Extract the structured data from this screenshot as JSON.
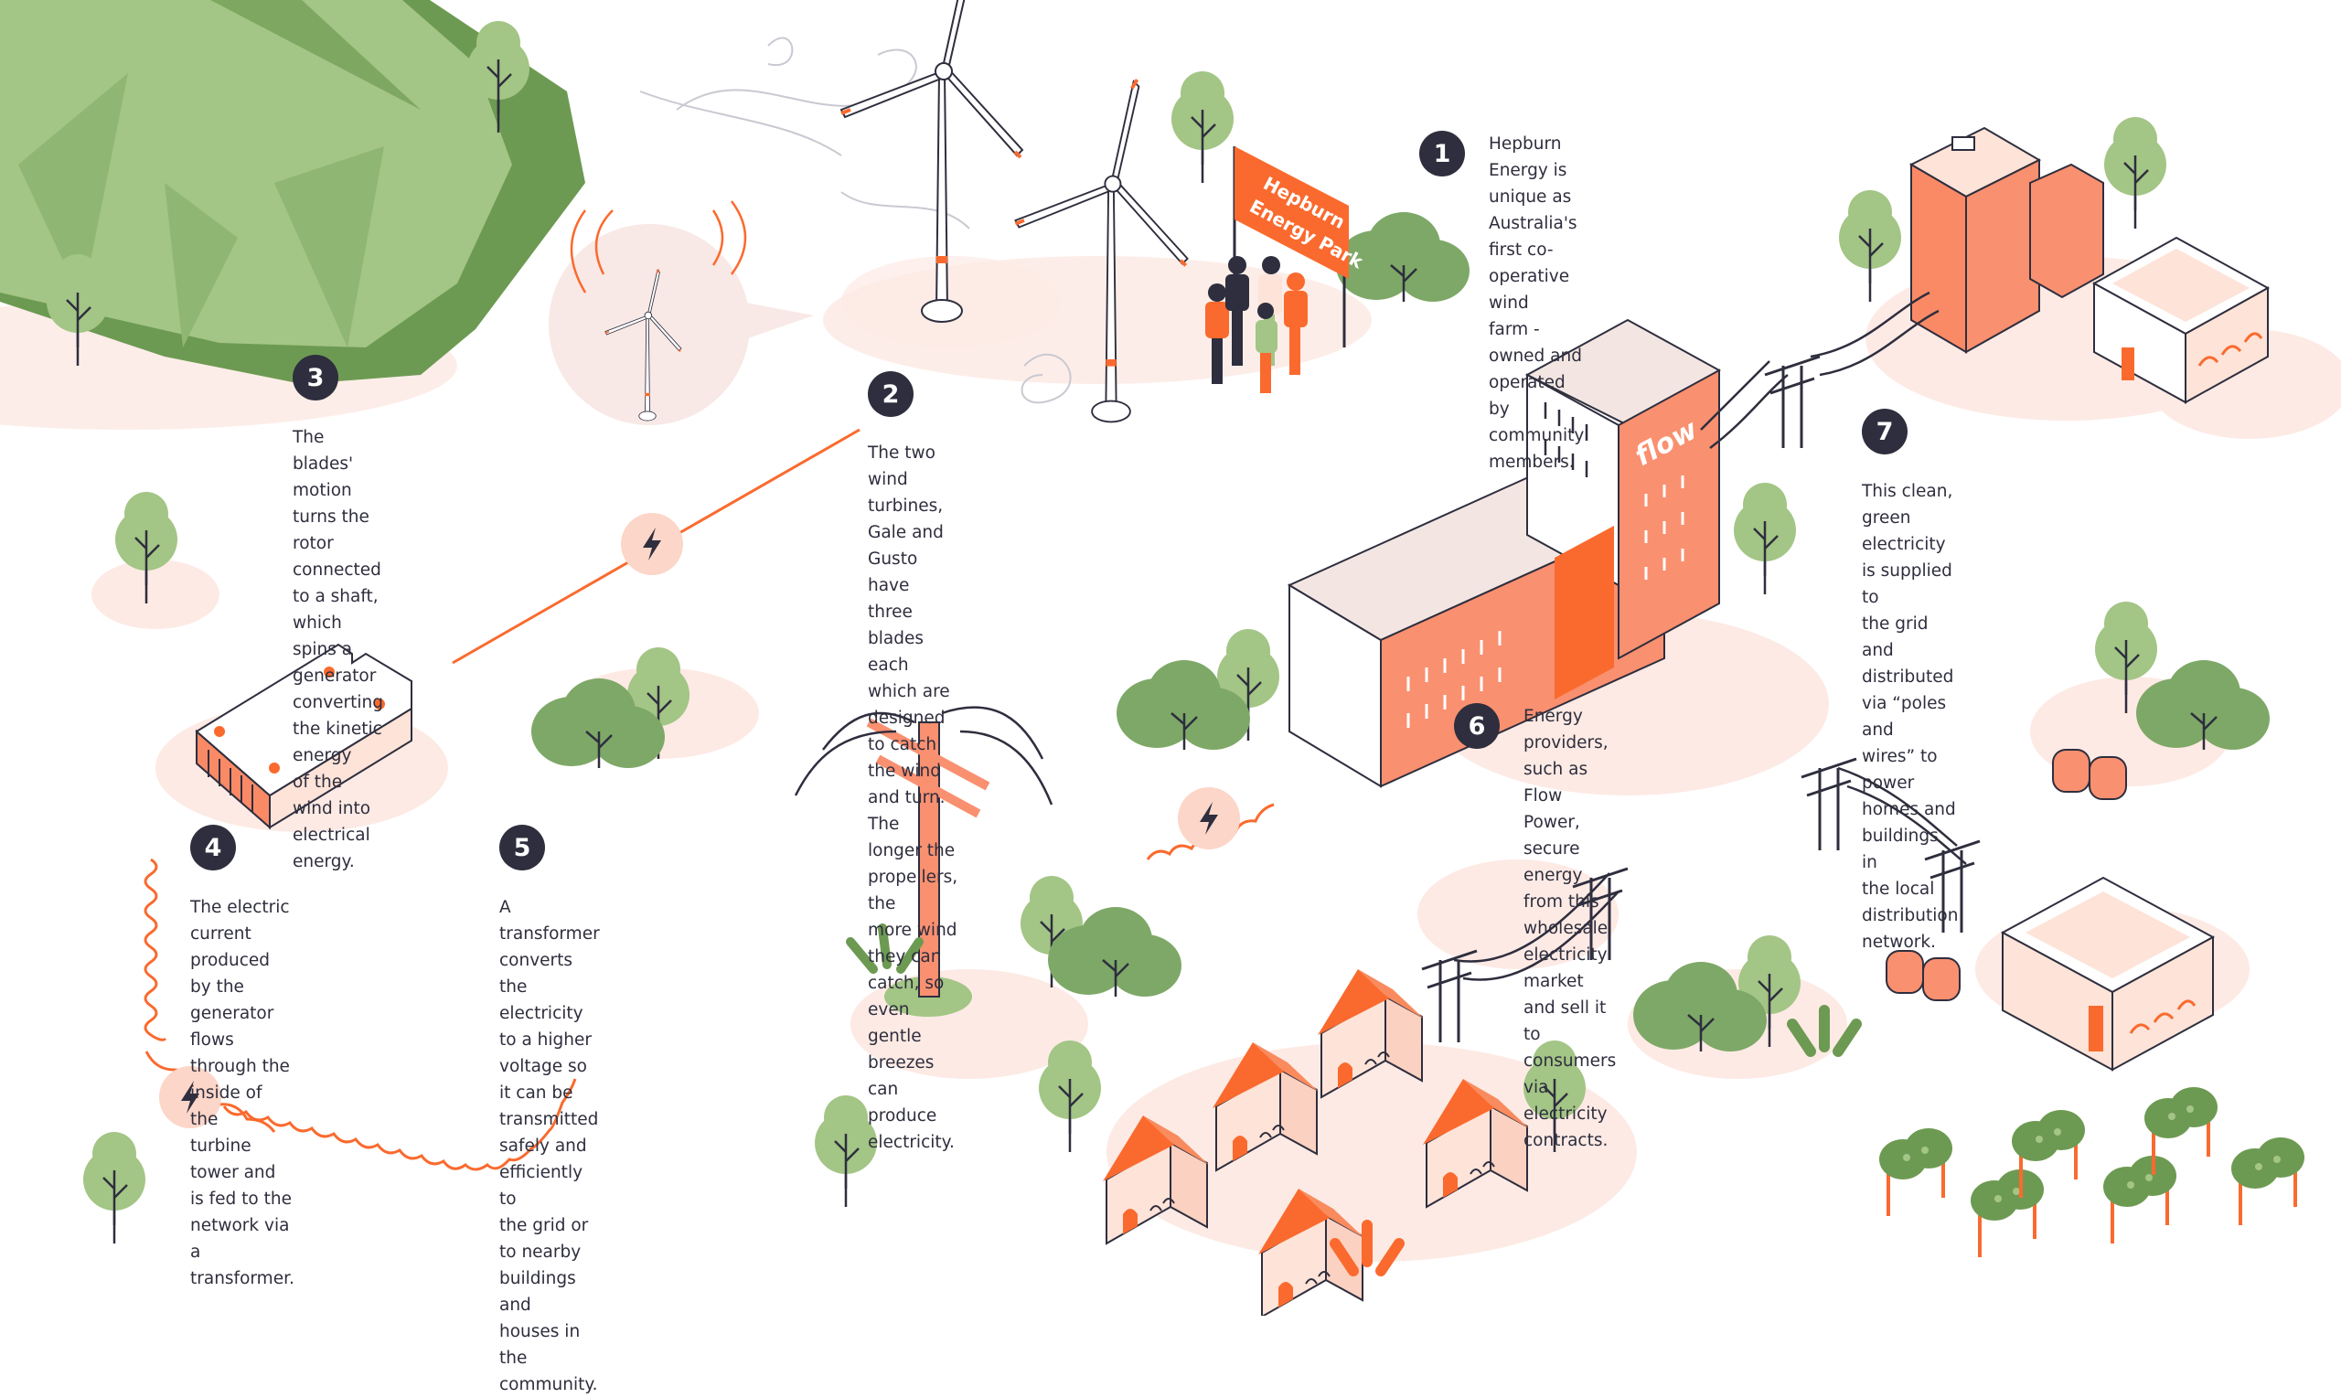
{
  "sign": {
    "line1": "Hepburn",
    "line2": "Energy Park"
  },
  "building_logo": "flow",
  "colors": {
    "orange": "#fa6a2e",
    "salmon": "#f99070",
    "peach": "#fde9e3",
    "green_light": "#a3c585",
    "green_dark": "#6d9a52",
    "ink": "#2e2e3e"
  },
  "steps": [
    {
      "number": "1",
      "lines": [
        "Hepburn Energy is unique as",
        "Australia's first co-operative wind",
        "farm - owned and operated by",
        "community members."
      ]
    },
    {
      "number": "2",
      "lines": [
        "The two wind turbines, Gale and Gusto have",
        "three blades each which are designed to catch",
        "the wind and turn. The longer the propellers, the",
        "more wind they can catch, so even gentle",
        "breezes can produce electricity."
      ]
    },
    {
      "number": "3",
      "lines": [
        "The blades' motion turns the rotor",
        "connected to a shaft, which spins a",
        "generator converting the kinetic energy",
        "of the wind into electrical energy."
      ]
    },
    {
      "number": "4",
      "lines": [
        "The electric current produced",
        "by the generator flows",
        "through the inside of the",
        "turbine tower and is fed to the",
        "network via a transformer."
      ]
    },
    {
      "number": "5",
      "lines": [
        "A transformer converts the electricity",
        "to a higher voltage so it can be",
        "transmitted safely and efficiently to",
        "the grid or to nearby buildings and",
        "houses in the community."
      ]
    },
    {
      "number": "6",
      "lines": [
        "Energy providers, such as Flow",
        "Power, secure energy from this",
        "wholesale electricity market",
        "and sell it to consumers via",
        "electricity contracts."
      ]
    },
    {
      "number": "7",
      "lines": [
        "This clean, green electricity is supplied to",
        "the grid and distributed via “poles and",
        "wires” to power homes and buildings in",
        "the local distribution network."
      ]
    }
  ]
}
